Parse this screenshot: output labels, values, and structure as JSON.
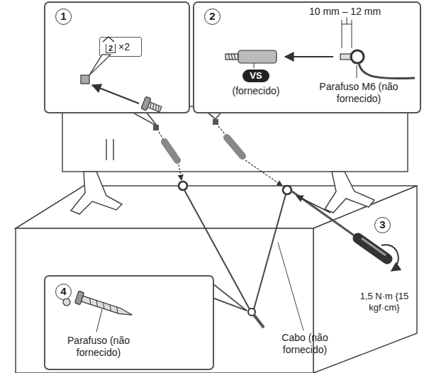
{
  "diagram": {
    "nodes": [
      {
        "text": [
          "1"
        ]
      },
      {
        "text": [
          "2",
          "×2"
        ],
        "in": 0
      },
      {
        "text": [
          "2",
          "10 mm – 12 mm",
          "Parafuso M6 (não fornecido)"
        ]
      },
      {
        "text": [
          "VS",
          "(fornecido)"
        ],
        "in": 2
      },
      {
        "text": [
          "4",
          "Parafuso (não fornecido)"
        ]
      }
    ],
    "labels": [
      "3",
      "1,5 N·m {15 kgf·cm}",
      "Cabo (não fornecido)"
    ]
  }
}
